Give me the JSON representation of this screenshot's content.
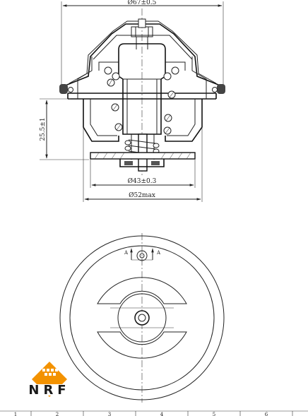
{
  "dimensions": {
    "top_width": "Ø67±0.5",
    "height": "25.5±1",
    "inner_width": "Ø43±0.3",
    "max_width": "Ø52max"
  },
  "section_labels": {
    "left": "A",
    "right": "A"
  },
  "logo": {
    "text": "NRF",
    "colors": {
      "orange": "#f39200",
      "black": "#1a1a1a"
    }
  },
  "frame_numbers": [
    "1",
    "2",
    "3",
    "4",
    "5",
    "6"
  ]
}
